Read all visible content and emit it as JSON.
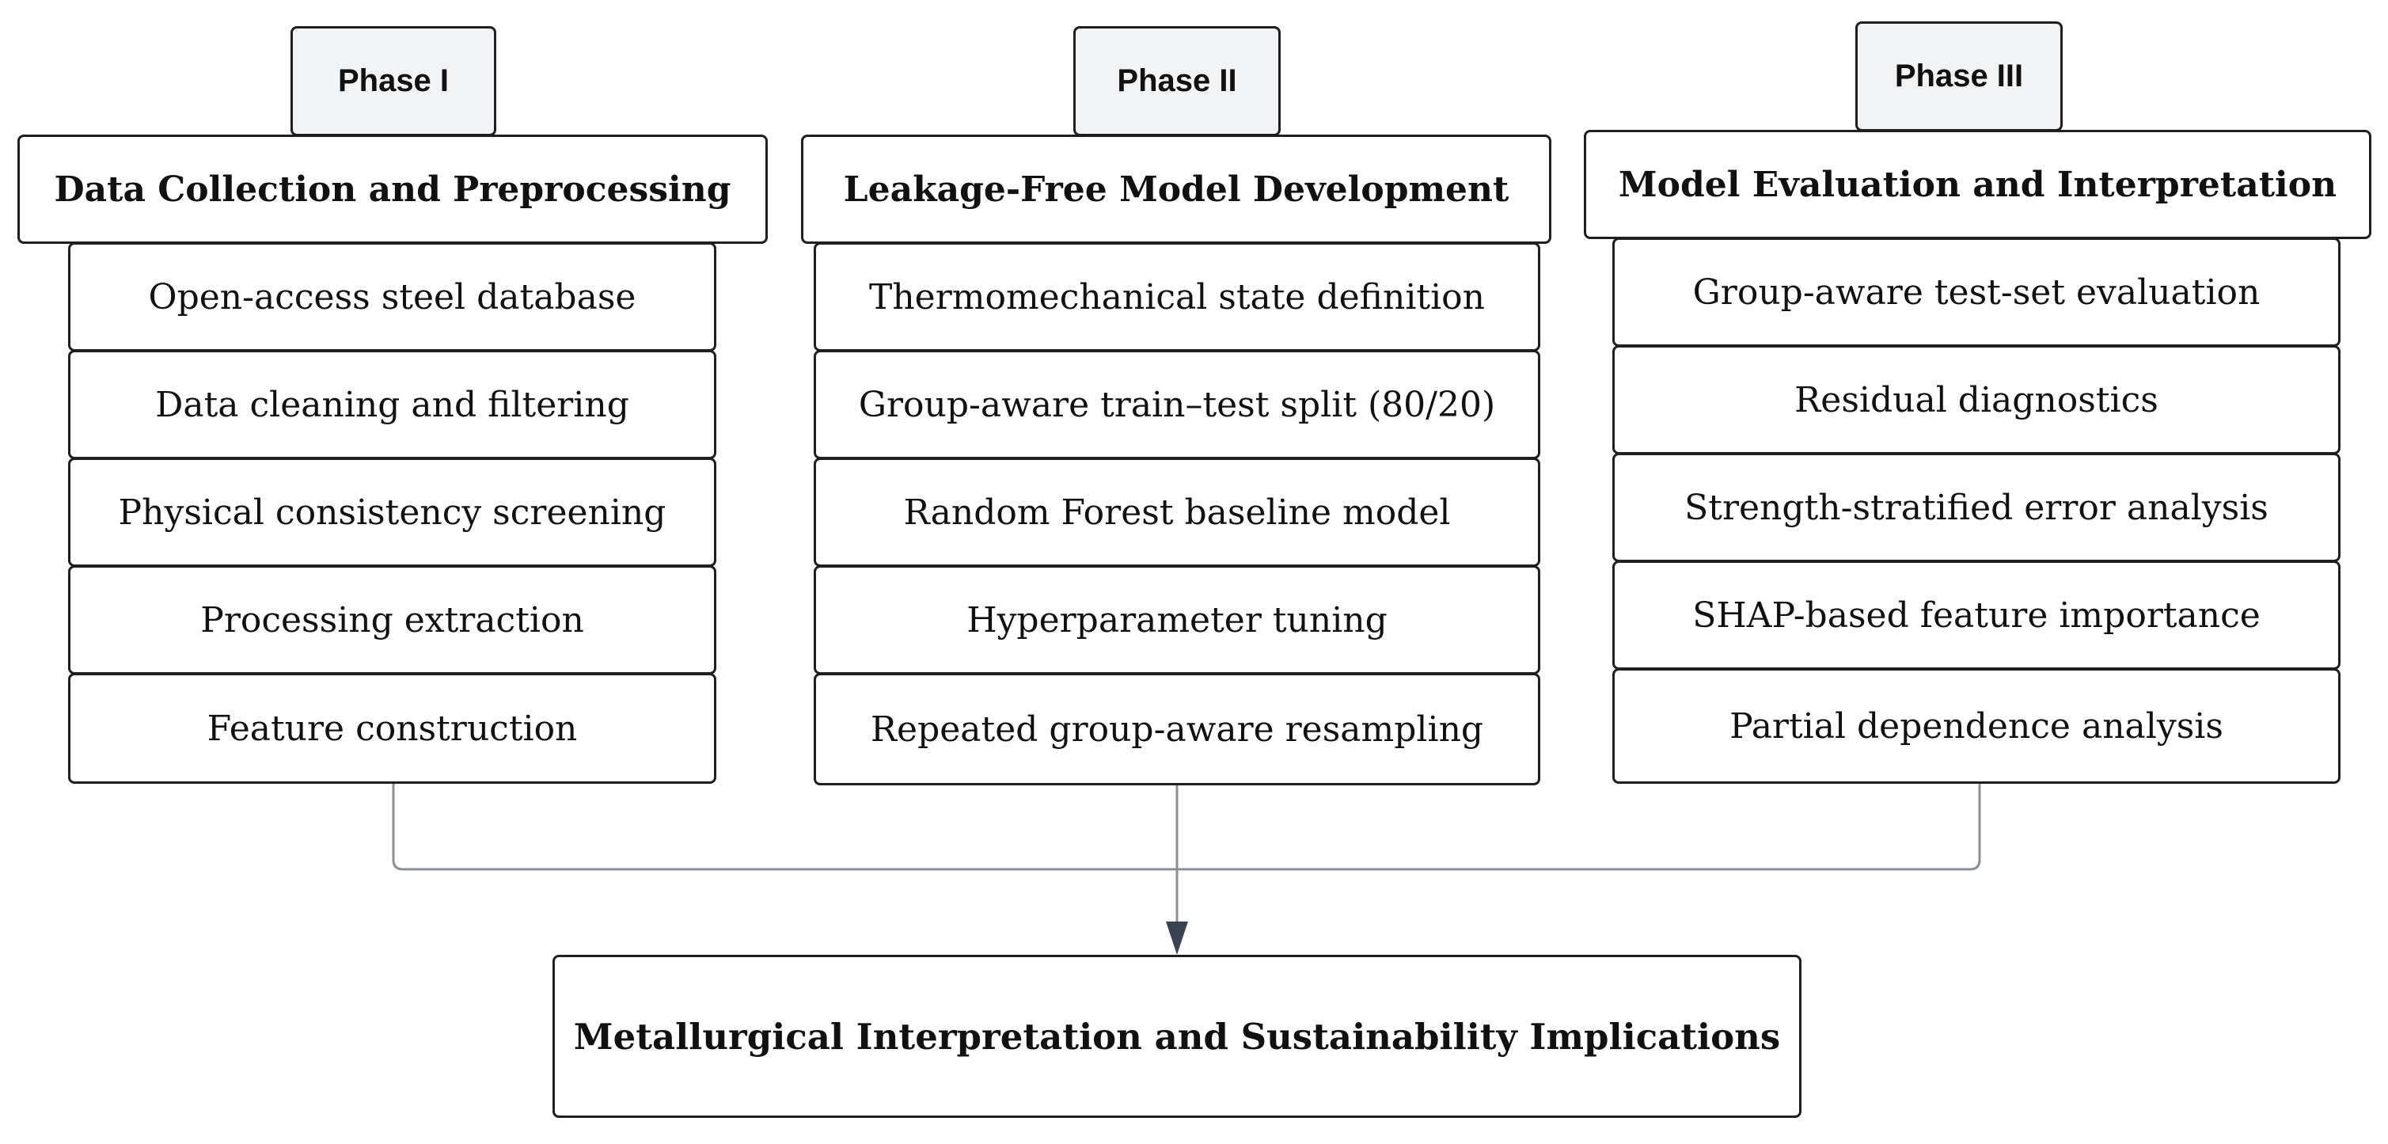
{
  "phases": [
    {
      "tab": "Phase I",
      "title": "Data Collection and Preprocessing",
      "steps": [
        "Open-access steel database",
        "Data cleaning and filtering",
        "Physical consistency screening",
        "Processing extraction",
        "Feature construction"
      ]
    },
    {
      "tab": "Phase II",
      "title": "Leakage-Free Model Development",
      "steps": [
        "Thermomechanical state definition",
        "Group-aware train–test split (80/20)",
        "Random Forest baseline model",
        "Hyperparameter tuning",
        "Repeated group-aware resampling"
      ]
    },
    {
      "tab": "Phase III",
      "title": "Model Evaluation and Interpretation",
      "steps": [
        "Group-aware test-set evaluation",
        "Residual diagnostics",
        "Strength-stratified error analysis",
        "SHAP-based feature importance",
        "Partial dependence analysis"
      ]
    }
  ],
  "outcome": "Metallurgical Interpretation and Sustainability Implications",
  "colors": {
    "border": "#1f1f1f",
    "tab_fill": "#f2f3f5",
    "connector": "#8a8f96",
    "arrow": "#3b4350"
  }
}
